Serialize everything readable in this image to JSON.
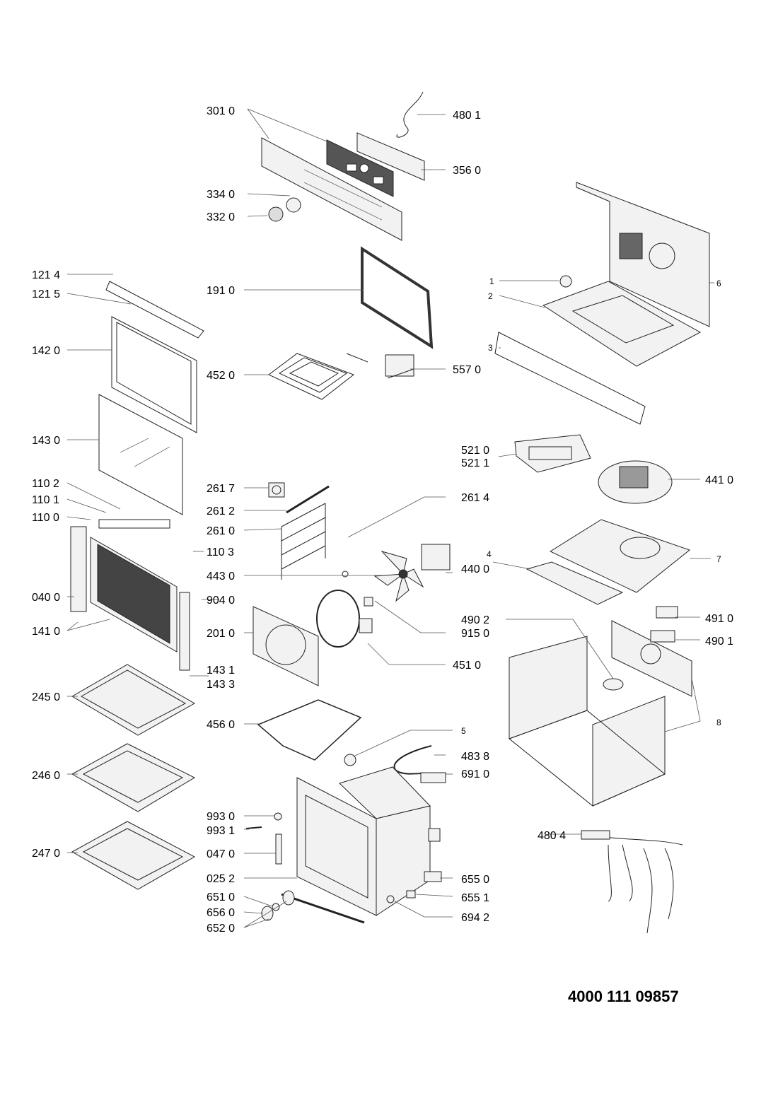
{
  "diagram": {
    "document_number": "4000 111 09857",
    "labels": [
      {
        "id": "l-301-0",
        "text": "301 0"
      },
      {
        "id": "l-480-1",
        "text": "480 1"
      },
      {
        "id": "l-356-0",
        "text": "356 0"
      },
      {
        "id": "l-334-0",
        "text": "334 0"
      },
      {
        "id": "l-332-0",
        "text": "332 0"
      },
      {
        "id": "l-121-4",
        "text": "121 4"
      },
      {
        "id": "l-121-5",
        "text": "121 5"
      },
      {
        "id": "l-191-0",
        "text": "191 0"
      },
      {
        "id": "l-142-0",
        "text": "142 0"
      },
      {
        "id": "l-452-0",
        "text": "452 0"
      },
      {
        "id": "l-557-0",
        "text": "557 0"
      },
      {
        "id": "l-143-0",
        "text": "143 0"
      },
      {
        "id": "l-521-0",
        "text": "521 0"
      },
      {
        "id": "l-521-1",
        "text": "521 1"
      },
      {
        "id": "l-441-0",
        "text": "441 0"
      },
      {
        "id": "l-110-2",
        "text": "110 2"
      },
      {
        "id": "l-261-7",
        "text": "261 7"
      },
      {
        "id": "l-110-1",
        "text": "110 1"
      },
      {
        "id": "l-261-2",
        "text": "261 2"
      },
      {
        "id": "l-261-4",
        "text": "261 4"
      },
      {
        "id": "l-110-0",
        "text": "110 0"
      },
      {
        "id": "l-261-0",
        "text": "261 0"
      },
      {
        "id": "l-110-3",
        "text": "110 3"
      },
      {
        "id": "l-443-0",
        "text": "443 0"
      },
      {
        "id": "l-440-0",
        "text": "440 0"
      },
      {
        "id": "l-040-0",
        "text": "040 0"
      },
      {
        "id": "l-904-0",
        "text": "904 0"
      },
      {
        "id": "l-141-0",
        "text": "141 0"
      },
      {
        "id": "l-201-0",
        "text": "201 0"
      },
      {
        "id": "l-490-2",
        "text": "490 2"
      },
      {
        "id": "l-915-0",
        "text": "915 0"
      },
      {
        "id": "l-491-0",
        "text": "491 0"
      },
      {
        "id": "l-490-1",
        "text": "490 1"
      },
      {
        "id": "l-451-0",
        "text": "451 0"
      },
      {
        "id": "l-143-1",
        "text": "143 1"
      },
      {
        "id": "l-143-3",
        "text": "143 3"
      },
      {
        "id": "l-245-0",
        "text": "245 0"
      },
      {
        "id": "l-456-0",
        "text": "456 0"
      },
      {
        "id": "l-483-8",
        "text": "483 8"
      },
      {
        "id": "l-246-0",
        "text": "246 0"
      },
      {
        "id": "l-691-0",
        "text": "691 0"
      },
      {
        "id": "l-993-0",
        "text": "993 0"
      },
      {
        "id": "l-993-1",
        "text": "993 1"
      },
      {
        "id": "l-480-4",
        "text": "480 4"
      },
      {
        "id": "l-247-0",
        "text": "247 0"
      },
      {
        "id": "l-047-0",
        "text": "047 0"
      },
      {
        "id": "l-025-2",
        "text": "025 2"
      },
      {
        "id": "l-655-0",
        "text": "655 0"
      },
      {
        "id": "l-651-0",
        "text": "651 0"
      },
      {
        "id": "l-655-1",
        "text": "655 1"
      },
      {
        "id": "l-656-0",
        "text": "656 0"
      },
      {
        "id": "l-694-2",
        "text": "694 2"
      },
      {
        "id": "l-652-0",
        "text": "652 0"
      }
    ],
    "small_labels": [
      {
        "id": "s-1",
        "text": "1"
      },
      {
        "id": "s-2",
        "text": "2"
      },
      {
        "id": "s-3",
        "text": "3"
      },
      {
        "id": "s-4",
        "text": "4"
      },
      {
        "id": "s-5",
        "text": "5"
      },
      {
        "id": "s-6",
        "text": "6"
      },
      {
        "id": "s-7",
        "text": "7"
      },
      {
        "id": "s-8",
        "text": "8"
      }
    ]
  }
}
